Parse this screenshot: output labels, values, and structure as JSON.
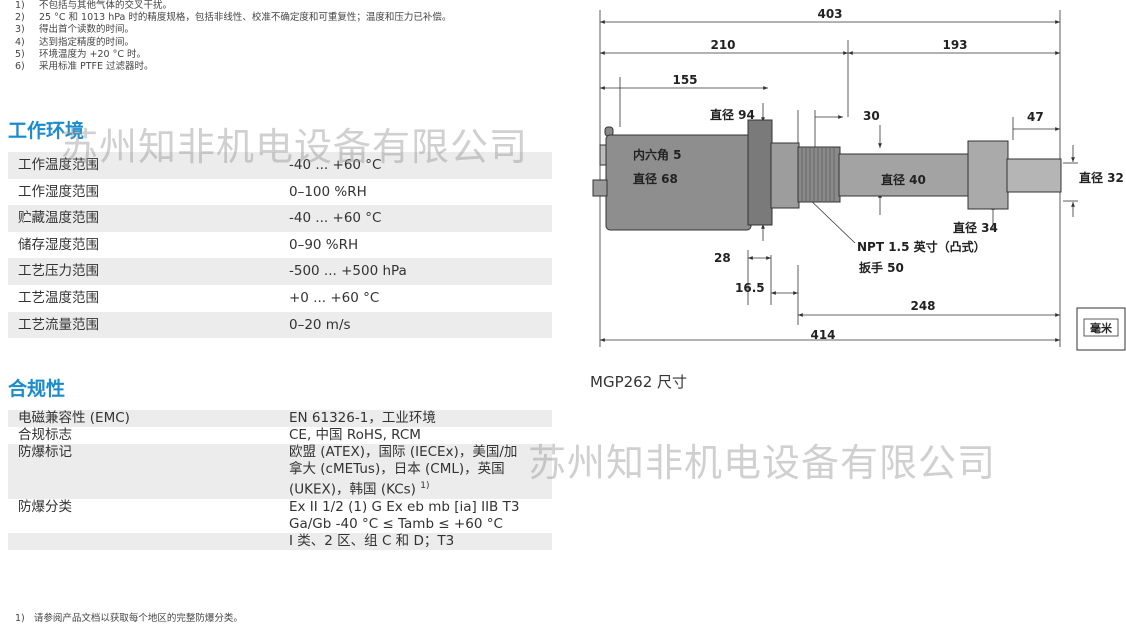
{
  "notes": [
    {
      "num": "1)",
      "text": "不包括与其他气体的交叉干扰。"
    },
    {
      "num": "2)",
      "text": "25 °C 和 1013 hPa 时的精度规格，包括非线性、校准不确定度和可重复性；温度和压力已补偿。"
    },
    {
      "num": "3)",
      "text": "得出首个读数的时间。"
    },
    {
      "num": "4)",
      "text": "达到指定精度的时间。"
    },
    {
      "num": "5)",
      "text": "环境温度为 +20 °C 时。"
    },
    {
      "num": "6)",
      "text": "采用标准 PTFE 过滤器时。"
    }
  ],
  "env": {
    "title": "工作环境",
    "rows": [
      {
        "label": "工作温度范围",
        "value": "-40 ... +60 °C"
      },
      {
        "label": "工作湿度范围",
        "value": "0–100 %RH"
      },
      {
        "label": "贮藏温度范围",
        "value": "-40 ... +60 °C"
      },
      {
        "label": "储存湿度范围",
        "value": "0–90 %RH"
      },
      {
        "label": "工艺压力范围",
        "value": "-500 ... +500 hPa"
      },
      {
        "label": "工艺温度范围",
        "value": "+0 ... +60 °C"
      },
      {
        "label": "工艺流量范围",
        "value": "0–20 m/s"
      }
    ]
  },
  "compliance": {
    "title": "合规性",
    "emc_label": "电磁兼容性 (EMC)",
    "emc_value": "EN 61326-1，工业环境",
    "marks_label": "合规标志",
    "marks_value": "CE, 中国 RoHS, RCM",
    "exmark_label": "防爆标记",
    "exmark_line1": "欧盟 (ATEX)，国际 (IECEx)，美国/加",
    "exmark_line2": "拿大 (cMETus)，日本 (CML)，英国",
    "exmark_line3": "(UKEX)，韩国 (KCs) ",
    "exmark_sup": "1)",
    "class_label": "防爆分类",
    "class_line1": "Ex II 1/2 (1) G Ex eb mb [ia] IIB T3",
    "class_line2": "Ga/Gb -40 °C ≤ Tamb ≤ +60 °C",
    "class_line3": "I 类、2 区、组 C 和 D；T3"
  },
  "footnote": {
    "num": "1)",
    "text": "请参阅产品文档以获取每个地区的完整防爆分类。"
  },
  "watermark": "苏州知非机电设备有限公司",
  "diagram": {
    "dim_403": "403",
    "dim_210": "210",
    "dim_193": "193",
    "dim_155": "155",
    "dim_30": "30",
    "dim_47": "47",
    "dia94": "直径 94",
    "hex5": "内六角 5",
    "dia68": "直径 68",
    "dia40": "直径 40",
    "dia32": "直径 32",
    "dia34": "直径 34",
    "npt": "NPT 1.5 英寸（凸式）",
    "wrench": "扳手 50",
    "dim_28": "28",
    "dim_16_5": "16.5",
    "dim_248": "248",
    "dim_414": "414",
    "unit": "毫米"
  },
  "caption": "MGP262 尺寸"
}
